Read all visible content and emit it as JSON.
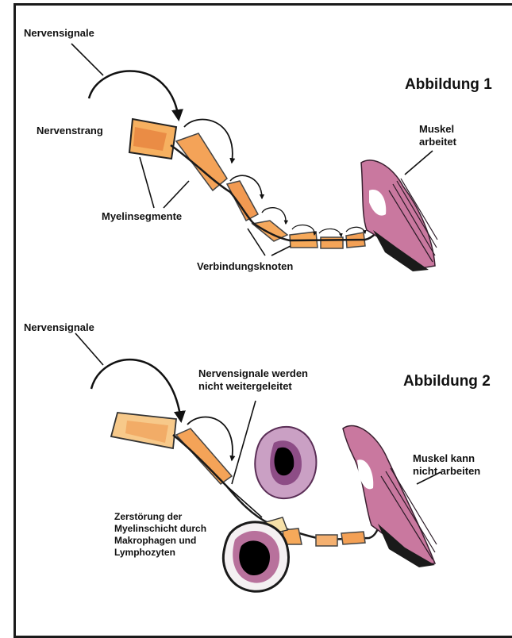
{
  "figure1": {
    "title": "Abbildung 1",
    "labels": {
      "signals": "Nervensignale",
      "strand": "Nervenstrang",
      "myelin": "Myelinsegmente",
      "nodes": "Verbindungsknoten",
      "muscle": "Muskel\narbeitet"
    }
  },
  "figure2": {
    "title": "Abbildung 2",
    "labels": {
      "signals": "Nervensignale",
      "blocked": "Nervensignale werden\nnicht weitergeleitet",
      "destruction": "Zerstörung der\nMyelinschicht durch\nMakrophagen und\nLymphozyten",
      "muscle": "Muskel kann\nnicht arbeiten"
    }
  },
  "colors": {
    "ink": "#111111",
    "myelin_orange": "#f3a35b",
    "myelin_light": "#f7d9a0",
    "muscle_pink": "#c9789f",
    "macrophage_purple": "#8d4d86"
  }
}
